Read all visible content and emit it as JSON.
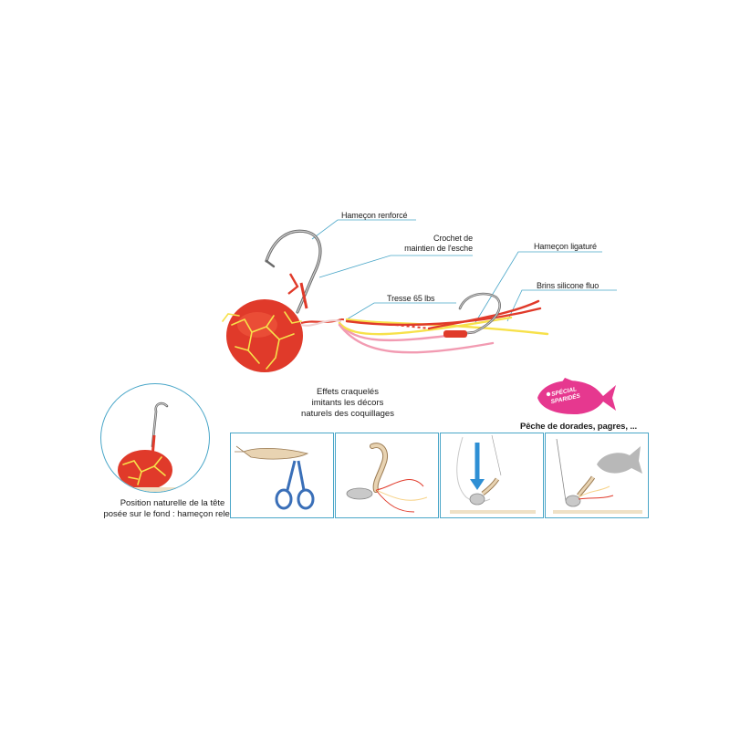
{
  "callouts": {
    "hook_reinforced": "Hameçon renforcé",
    "bait_keeper": [
      "Crochet de",
      "maintien de l'esche"
    ],
    "hook_tied": "Hameçon ligaturé",
    "silicone_strands": "Brins silicone fluo",
    "braid": "Tresse 65 lbs"
  },
  "crackle_effect": [
    "Effets craquelés",
    "imitants les décors",
    "naturels des coquillages"
  ],
  "natural_position": [
    "Position naturelle de la tête",
    "posée sur le fond : hameçon relevé."
  ],
  "badge": {
    "line1": "SPÉCIAL",
    "line2": "SPARIDÉS",
    "color": "#e6388f"
  },
  "target_species": "Pêche de dorades, pagres, ...",
  "colors": {
    "accent_line": "#49a6c8",
    "head_red": "#e03a2a",
    "crackle": "#f7e14a"
  }
}
